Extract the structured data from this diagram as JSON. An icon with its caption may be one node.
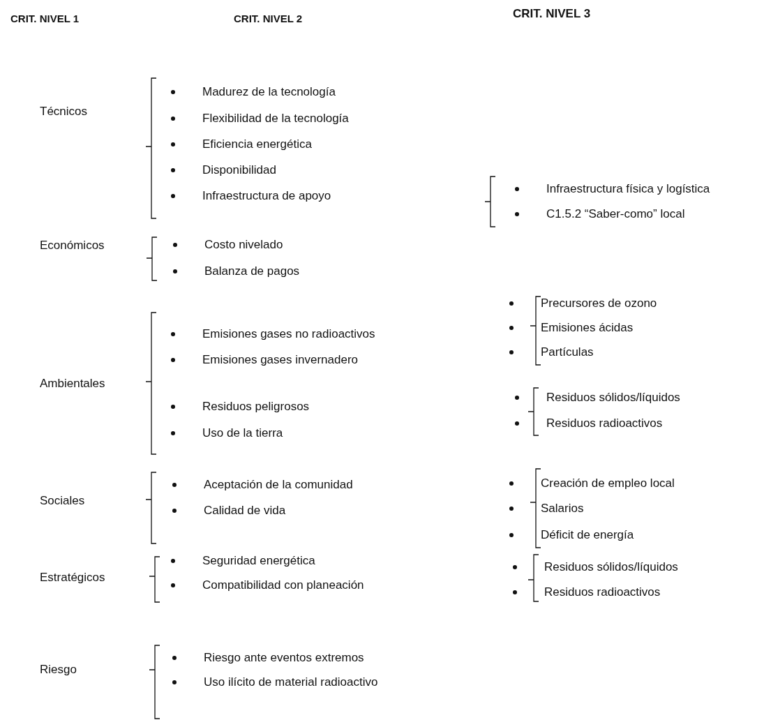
{
  "diagram": {
    "labels": [
      "CRIT. NIVEL 1",
      "CRIT. NIVEL 2",
      "CRIT. NIVEL 3",
      "Técnicos",
      "Madurez de la tecnología",
      "Flexibilidad de la tecnología",
      "Eficiencia energética",
      "Disponibilidad",
      "Infraestructura de apoyo",
      "Infraestructura física y logística",
      "C1.5.2 “Saber-como” local",
      "Económicos",
      "Costo nivelado",
      "Balanza de pagos",
      "Ambientales",
      "Emisiones gases no radioactivos",
      "Emisiones gases invernadero",
      "Residuos peligrosos",
      "Uso de la tierra",
      "Precursores de ozono",
      "Emisiones ácidas",
      "Partículas",
      "Residuos sólidos/líquidos",
      "Residuos radioactivos",
      "Sociales",
      "Aceptación de la comunidad",
      "Calidad de vida",
      "Creación de empleo local",
      "Salarios",
      "Déficit de energía",
      "Estratégicos",
      "Seguridad energética",
      "Compatibilidad con planeación",
      "Residuos sólidos/líquidos",
      "Residuos radioactivos",
      "Riesgo",
      "Riesgo ante eventos extremos",
      "Uso ilícito de material radioactivo"
    ]
  }
}
